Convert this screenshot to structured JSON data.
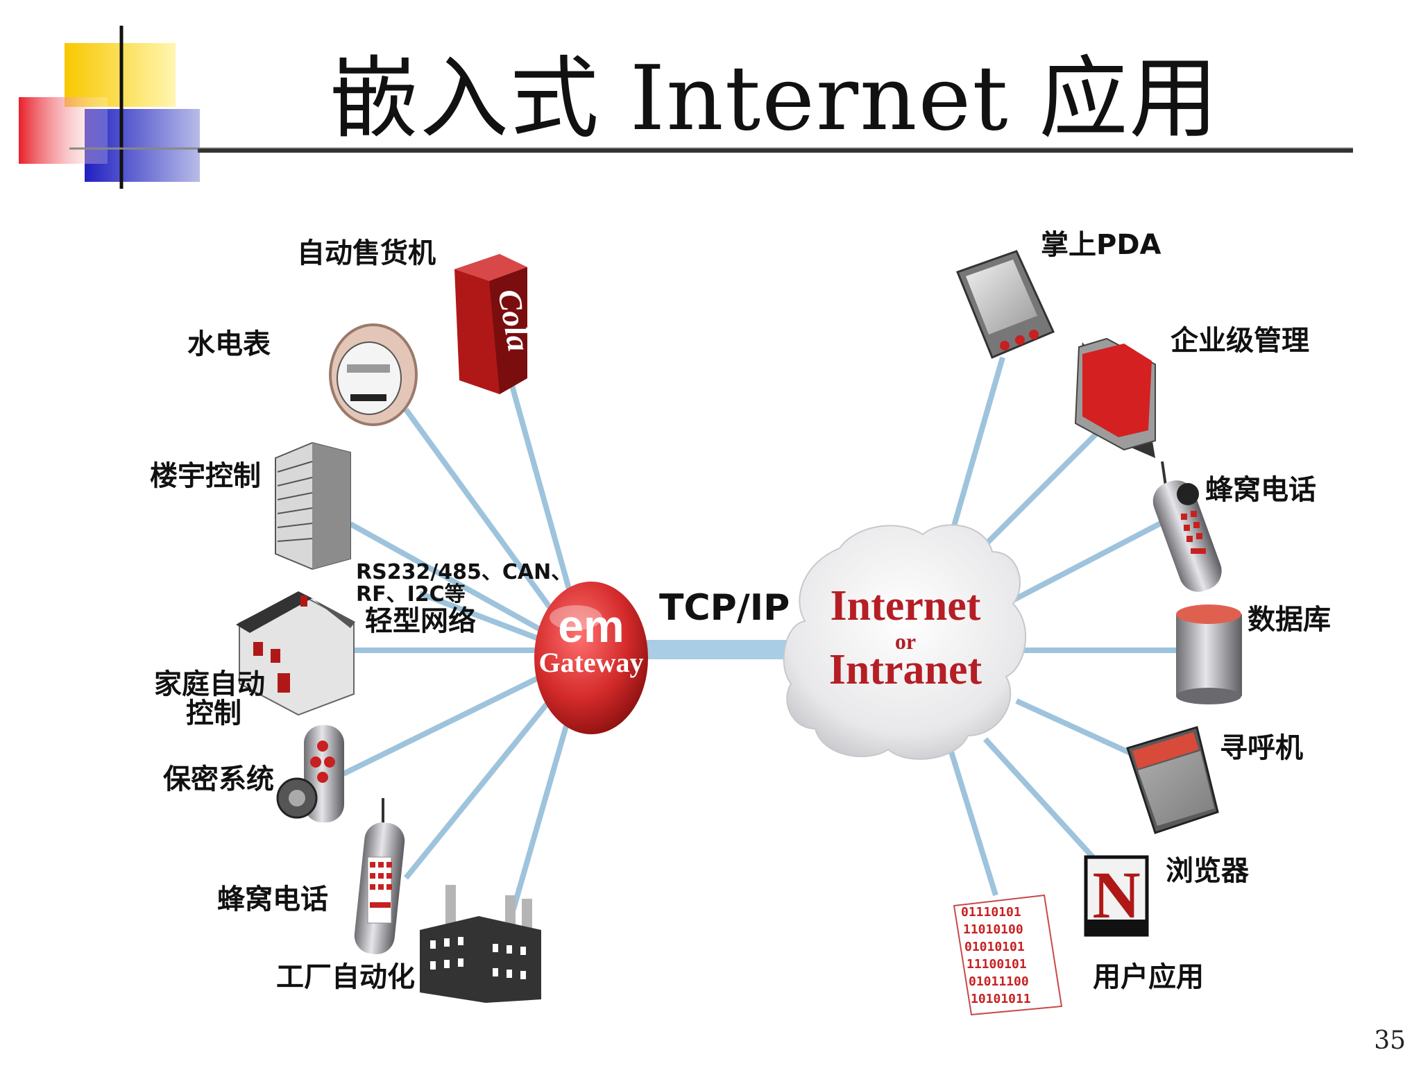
{
  "title": "嵌入式 Internet 应用",
  "page_number": "35",
  "hub": {
    "logo": "em",
    "subtitle": "Gateway"
  },
  "cloud": {
    "line1": "Internet",
    "line2": "or",
    "line3": "Intranet"
  },
  "protocol": "TCP/IP",
  "network_note": {
    "line1": "RS232/485、CAN、",
    "line2": "RF、I2C等",
    "line3": "轻型网络"
  },
  "left_devices": [
    {
      "label": "自动售货机"
    },
    {
      "label": "水电表"
    },
    {
      "label": "楼宇控制"
    },
    {
      "label_line1": "家庭自动",
      "label_line2": "控制"
    },
    {
      "label": "保密系统"
    },
    {
      "label": "蜂窝电话"
    },
    {
      "label": "工厂自动化"
    }
  ],
  "vending_brand": "Cola",
  "browser_letter": "N",
  "right_devices": [
    {
      "label": "掌上PDA"
    },
    {
      "label": "企业级管理"
    },
    {
      "label": "蜂窝电话"
    },
    {
      "label": "数据库"
    },
    {
      "label": "寻呼机"
    },
    {
      "label": "浏览器"
    },
    {
      "label": "用户应用"
    }
  ],
  "colors": {
    "link": "#9ec3dc",
    "accent_red": "#c8202a",
    "hub_red": "#d42a2a",
    "cloud_text": "#b41e24"
  }
}
